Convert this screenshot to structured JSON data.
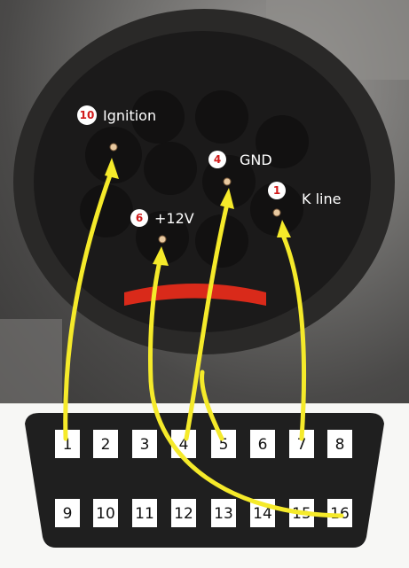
{
  "connector_labels": [
    {
      "number": "10",
      "name": "Ignition"
    },
    {
      "number": "4",
      "name": "GND"
    },
    {
      "number": "1",
      "name": "K line"
    },
    {
      "number": "6",
      "name": "+12V"
    }
  ],
  "obd_pins": {
    "top_row": [
      "1",
      "2",
      "3",
      "4",
      "5",
      "6",
      "7",
      "8"
    ],
    "bottom_row": [
      "9",
      "10",
      "11",
      "12",
      "13",
      "14",
      "15",
      "16"
    ]
  },
  "colors": {
    "wire": "#f5ea2a",
    "badge_text": "#d11a1a",
    "label_text": "#ffffff",
    "connector_body": "#1b1a1a",
    "obd_body": "#1f1f1f"
  }
}
